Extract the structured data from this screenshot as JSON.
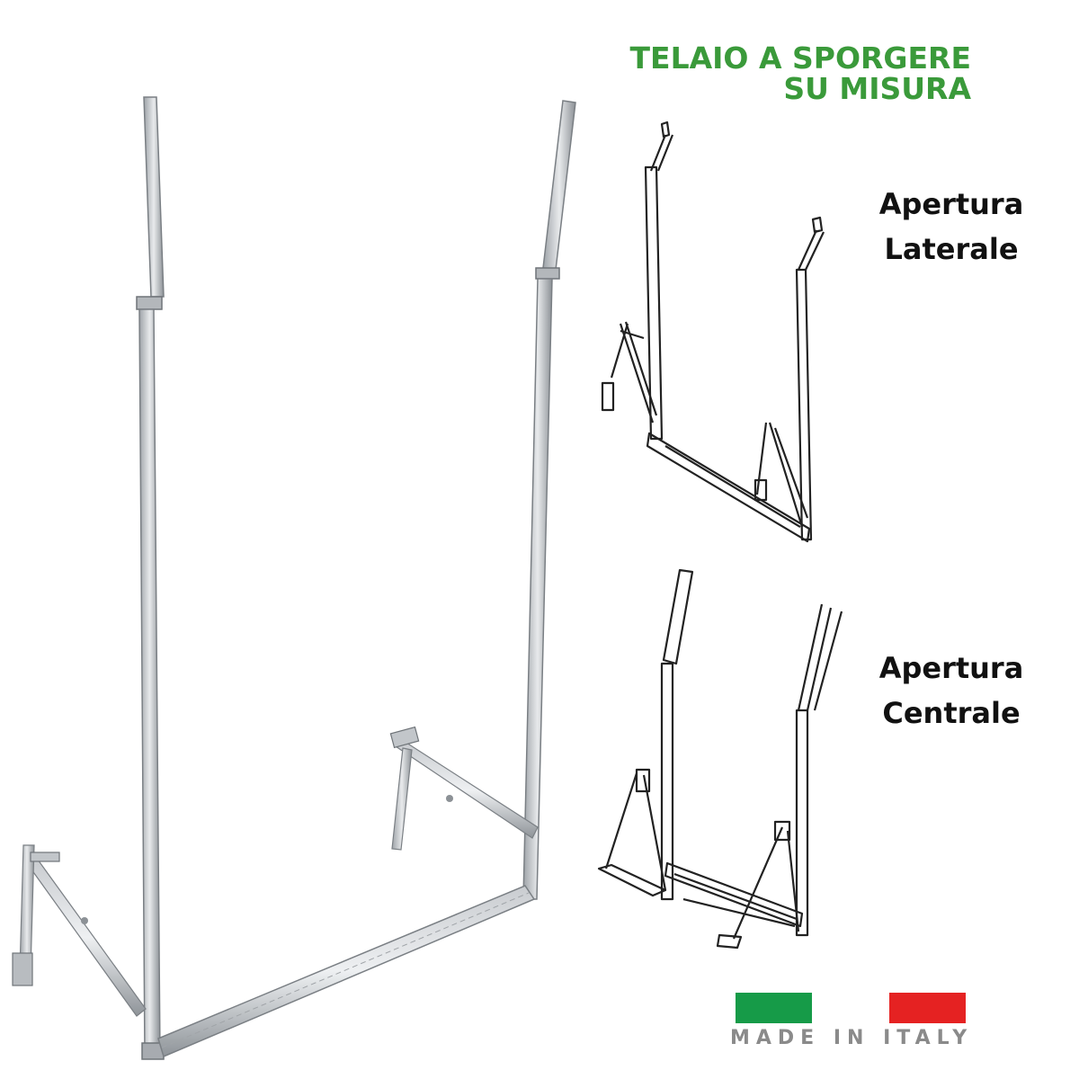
{
  "title": {
    "line1": "TELAIO A SPORGERE",
    "line2": "SU MISURA"
  },
  "diagrams": {
    "lateral": {
      "line1": "Apertura",
      "line2": "Laterale"
    },
    "central": {
      "line1": "Apertura",
      "line2": "Centrale"
    }
  },
  "badge": {
    "text": "MADE IN ITALY",
    "flag_colors": [
      "#169b48",
      "#ffffff",
      "#e52222"
    ]
  },
  "colors": {
    "title": "#3a9a3a",
    "frame_metal": "#b8bcc0"
  }
}
